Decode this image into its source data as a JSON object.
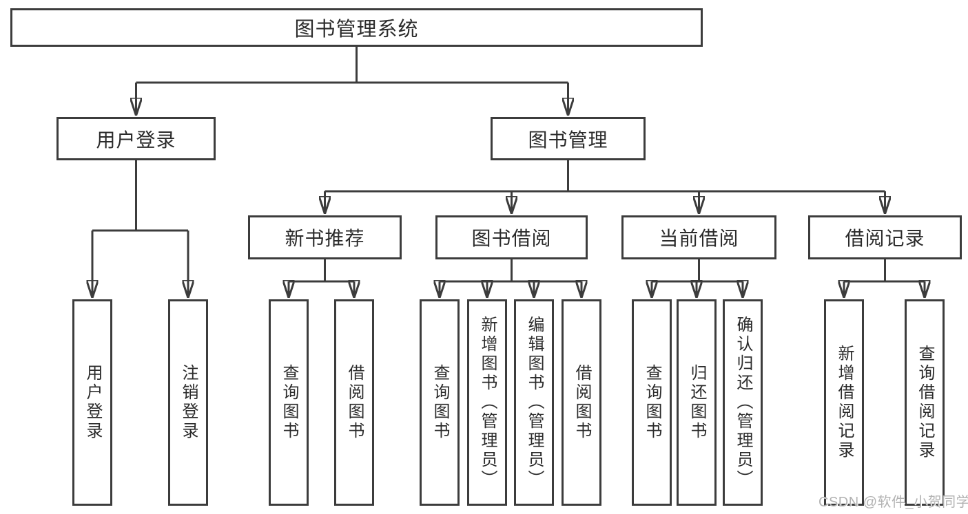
{
  "colors": {
    "line": "#3c3c3c",
    "text": "#2b2b2b",
    "box_background": "#ffffff",
    "watermark": "#b2b2b2"
  },
  "watermark": {
    "text": "CSDN @软件_小贺同学"
  },
  "tree": {
    "root": {
      "label": "图书管理系统"
    },
    "branches": {
      "user_login": {
        "label": "用户登录",
        "children": [
          {
            "label": "用户登录"
          },
          {
            "label": "注销登录"
          }
        ]
      },
      "book_mgmt": {
        "label": "图书管理",
        "groups": [
          {
            "label": "新书推荐",
            "children": [
              {
                "label": "查询图书"
              },
              {
                "label": "借阅图书"
              }
            ]
          },
          {
            "label": "图书借阅",
            "children": [
              {
                "label": "查询图书"
              },
              {
                "label": "新增图书（管理员）"
              },
              {
                "label": "编辑图书（管理员）"
              },
              {
                "label": "借阅图书"
              }
            ]
          },
          {
            "label": "当前借阅",
            "children": [
              {
                "label": "查询图书"
              },
              {
                "label": "归还图书"
              },
              {
                "label": "确认归还（管理员）"
              }
            ]
          },
          {
            "label": "借阅记录",
            "children": [
              {
                "label": "新增借阅记录"
              },
              {
                "label": "查询借阅记录"
              }
            ]
          }
        ]
      }
    }
  }
}
